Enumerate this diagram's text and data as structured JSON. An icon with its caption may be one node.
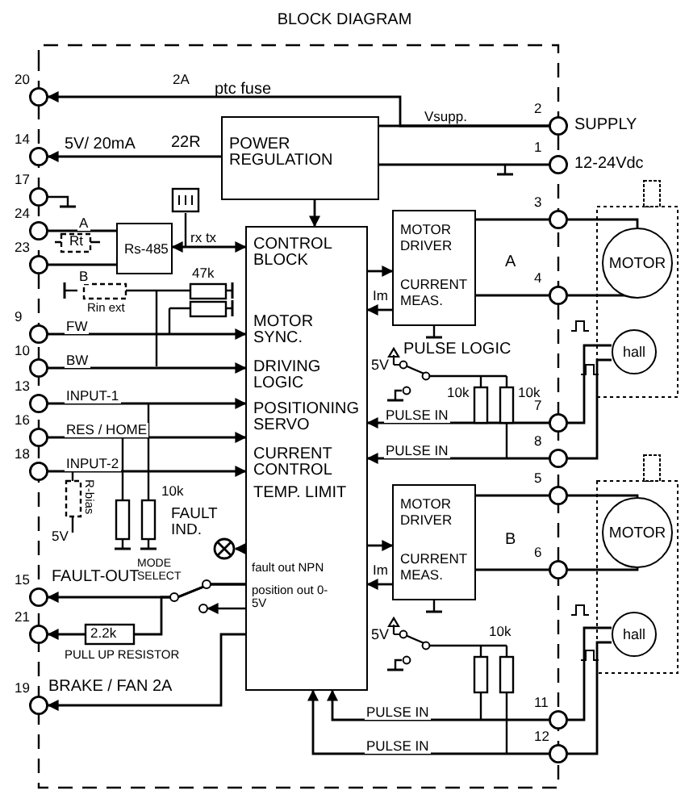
{
  "diagram": {
    "title": "BLOCK DIAGRAM",
    "nodes": [
      {
        "text": [
          "20"
        ]
      },
      {
        "text": [
          "14"
        ]
      },
      {
        "text": [
          "17"
        ]
      },
      {
        "text": [
          "24"
        ]
      },
      {
        "text": [
          "23"
        ]
      },
      {
        "text": [
          "POWER REGULATION"
        ]
      },
      {
        "text": [
          "Rs-485"
        ]
      },
      {
        "text": [
          "CONTROL BLOCK",
          "MOTOR SYNC.",
          "DRIVING LOGIC",
          "POSITIONING SERVO",
          "CURRENT CONTROL",
          "TEMP. LIMIT"
        ]
      },
      {
        "text": [
          "9"
        ]
      },
      {
        "text": [
          "10"
        ]
      },
      {
        "text": [
          "13"
        ]
      },
      {
        "text": [
          "16"
        ]
      },
      {
        "text": [
          "18"
        ]
      },
      {
        "text": [
          "FAULT IND."
        ]
      },
      {
        "text": [
          "15"
        ],
        "beside": [
          "FAULT-OUT"
        ]
      },
      {
        "text": [
          "21"
        ]
      },
      {
        "text": [
          "19"
        ],
        "beside": [
          "BRAKE / FAN 2A"
        ]
      },
      {
        "text": [
          "MOTOR DRIVER",
          "CURRENT MEAS."
        ]
      },
      {
        "text": [
          "MOTOR DRIVER",
          "CURRENT MEAS."
        ]
      },
      {
        "text": [
          "2"
        ],
        "beside": [
          "SUPPLY"
        ]
      },
      {
        "text": [
          "1"
        ],
        "beside": [
          "12-24Vdc"
        ]
      },
      {
        "text": [
          "3"
        ]
      },
      {
        "text": [
          "4"
        ]
      },
      {
        "text": [
          "7"
        ]
      },
      {
        "text": [
          "8"
        ]
      },
      {
        "text": [
          "5"
        ]
      },
      {
        "text": [
          "6"
        ]
      },
      {
        "text": [
          "11"
        ]
      },
      {
        "text": [
          "12"
        ]
      },
      {
        "text": [
          "MOTOR"
        ]
      },
      {
        "text": [
          "hall"
        ]
      },
      {
        "text": [
          "MOTOR"
        ]
      },
      {
        "text": [
          "hall"
        ]
      }
    ],
    "edges": [
      {
        "from": 19,
        "to": 5,
        "arrow": "none",
        "label": "Vsupp."
      },
      {
        "from": 19,
        "to": 0,
        "arrow": "to"
      },
      {
        "from": 20,
        "to": 5,
        "arrow": "none"
      },
      {
        "from": 5,
        "to": 1,
        "arrow": "to"
      },
      {
        "from": 5,
        "to": 7,
        "arrow": "to"
      },
      {
        "from": 3,
        "to": 6,
        "arrow": "none",
        "label": "A"
      },
      {
        "from": 4,
        "to": 6,
        "arrow": "none",
        "label": "B"
      },
      {
        "from": 6,
        "to": 7,
        "arrow": "both",
        "label": "rx tx"
      },
      {
        "from": 8,
        "to": 7,
        "arrow": "to",
        "label": "FW"
      },
      {
        "from": 9,
        "to": 7,
        "arrow": "to",
        "label": "BW"
      },
      {
        "from": 10,
        "to": 7,
        "arrow": "to",
        "label": "INPUT-1"
      },
      {
        "from": 11,
        "to": 7,
        "arrow": "to",
        "label": "RES / HOME"
      },
      {
        "from": 12,
        "to": 7,
        "arrow": "to",
        "label": "INPUT-2"
      },
      {
        "from": 7,
        "to": 17,
        "arrow": "to"
      },
      {
        "from": 17,
        "to": 7,
        "arrow": "to",
        "label": "Im"
      },
      {
        "from": 7,
        "to": 18,
        "arrow": "to"
      },
      {
        "from": 18,
        "to": 7,
        "arrow": "to",
        "label": "Im"
      },
      {
        "from": 17,
        "to": 21,
        "arrow": "none"
      },
      {
        "from": 17,
        "to": 22,
        "arrow": "none"
      },
      {
        "from": 21,
        "to": 29,
        "arrow": "none"
      },
      {
        "from": 22,
        "to": 29,
        "arrow": "none"
      },
      {
        "from": 30,
        "to": 23,
        "arrow": "none"
      },
      {
        "from": 30,
        "to": 24,
        "arrow": "none"
      },
      {
        "from": 23,
        "to": 7,
        "arrow": "to",
        "label": "PULSE IN"
      },
      {
        "from": 24,
        "to": 7,
        "arrow": "to",
        "label": "PULSE IN"
      },
      {
        "from": 18,
        "to": 25,
        "arrow": "none"
      },
      {
        "from": 18,
        "to": 26,
        "arrow": "none"
      },
      {
        "from": 25,
        "to": 31,
        "arrow": "none"
      },
      {
        "from": 26,
        "to": 31,
        "arrow": "none"
      },
      {
        "from": 32,
        "to": 27,
        "arrow": "none"
      },
      {
        "from": 32,
        "to": 28,
        "arrow": "none"
      },
      {
        "from": 27,
        "to": 7,
        "arrow": "to",
        "label": "PULSE IN"
      },
      {
        "from": 28,
        "to": 7,
        "arrow": "to",
        "label": "PULSE IN"
      },
      {
        "from": 7,
        "to": 13,
        "arrow": "to"
      },
      {
        "from": 7,
        "to": 14,
        "arrow": "to"
      },
      {
        "from": 7,
        "to": 15,
        "arrow": "to"
      },
      {
        "from": 7,
        "to": 16,
        "arrow": "to"
      }
    ],
    "labels": [
      "2A",
      "ptc fuse",
      "5V/ 20mA",
      "22R",
      "Rt",
      "47k",
      "Rin ext",
      "10k",
      "R-bias",
      "5V",
      "MODE SELECT",
      "fault out NPN",
      "position out 0-5V",
      "2.2k",
      "PULL UP RESISTOR",
      "PULSE LOGIC",
      "5V",
      "10k",
      "10k",
      "5V",
      "10k",
      "A",
      "B"
    ]
  }
}
